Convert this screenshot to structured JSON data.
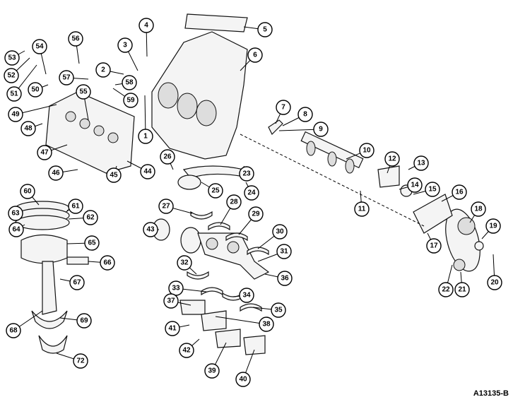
{
  "figure_id": "A13135-B",
  "callouts": [
    "1",
    "2",
    "3",
    "4",
    "5",
    "6",
    "7",
    "8",
    "9",
    "10",
    "11",
    "12",
    "13",
    "14",
    "15",
    "16",
    "17",
    "18",
    "19",
    "20",
    "21",
    "22",
    "23",
    "24",
    "25",
    "26",
    "27",
    "28",
    "29",
    "30",
    "31",
    "32",
    "33",
    "34",
    "35",
    "36",
    "37",
    "38",
    "39",
    "40",
    "41",
    "42",
    "43",
    "44",
    "45",
    "46",
    "47",
    "48",
    "49",
    "50",
    "51",
    "52",
    "53",
    "54",
    "55",
    "56",
    "57",
    "58",
    "59",
    "60",
    "61",
    "62",
    "63",
    "64",
    "65",
    "66",
    "67",
    "68",
    "69",
    "72"
  ]
}
